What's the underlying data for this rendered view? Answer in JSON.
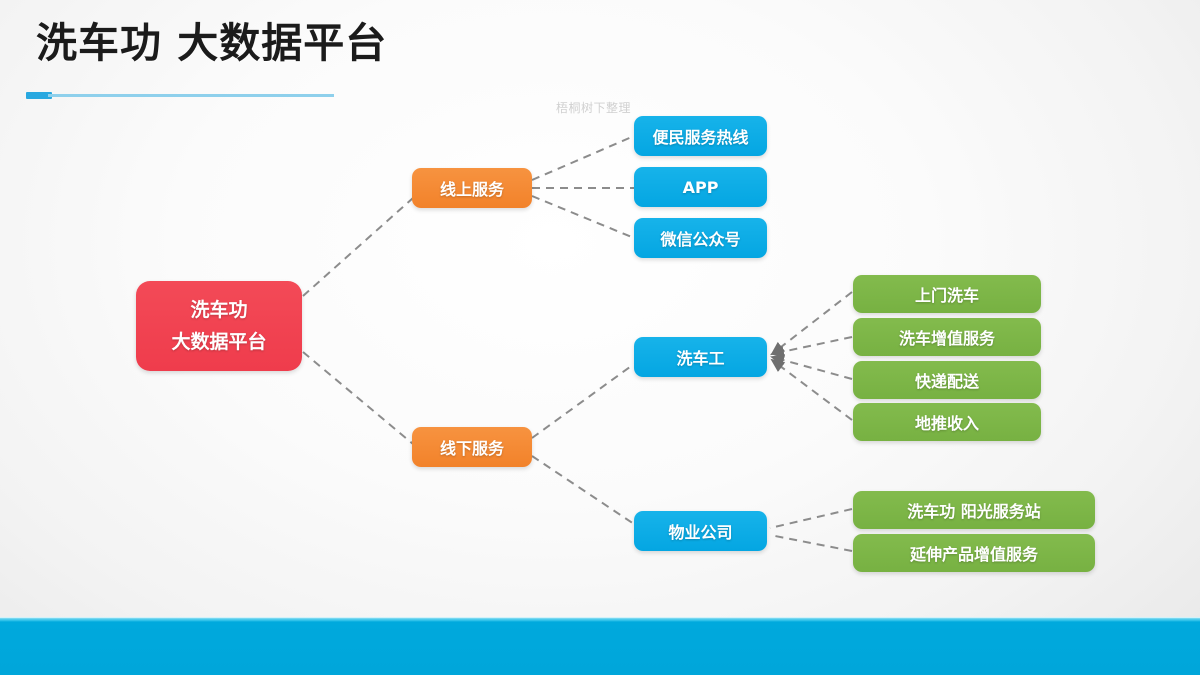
{
  "slide": {
    "title": "洗车功 大数据平台",
    "watermark": "梧桐树下整理"
  },
  "colors": {
    "root": "#ef3c4c",
    "branch": "#f2822a",
    "channel": "#04a6e2",
    "leaf": "#77b142",
    "accent": "#00a9dd",
    "accent_light": "#8ed0ec",
    "connector": "#8c8c8c"
  },
  "diagram": {
    "type": "mind-map",
    "root": {
      "label_line1": "洗车功",
      "label_line2": "大数据平台"
    },
    "branches": [
      {
        "label": "线上服务",
        "children": [
          {
            "label": "便民服务热线"
          },
          {
            "label": "APP"
          },
          {
            "label": "微信公众号"
          }
        ]
      },
      {
        "label": "线下服务",
        "groups": [
          {
            "label": "洗车工",
            "children": [
              {
                "label": "上门洗车"
              },
              {
                "label": "洗车增值服务"
              },
              {
                "label": "快递配送"
              },
              {
                "label": "地推收入"
              }
            ]
          },
          {
            "label": "物业公司",
            "children": [
              {
                "label": "洗车功  阳光服务站"
              },
              {
                "label": "延伸产品增值服务"
              }
            ]
          }
        ]
      }
    ]
  }
}
